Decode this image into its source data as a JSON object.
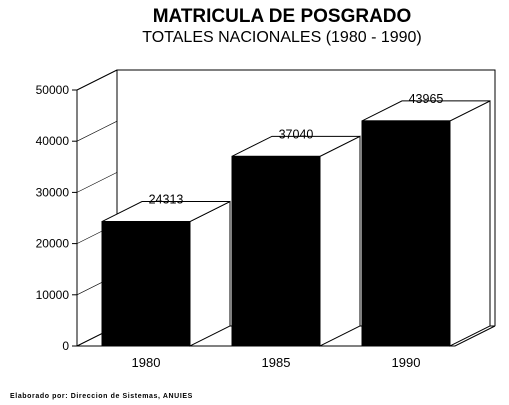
{
  "chart_data": {
    "type": "bar",
    "title": "MATRICULA DE POSGRADO",
    "subtitle": "TOTALES NACIONALES (1980 - 1990)",
    "categories": [
      "1980",
      "1985",
      "1990"
    ],
    "values": [
      24313,
      37040,
      43965
    ],
    "data_labels": [
      "24313",
      "37040",
      "43965"
    ],
    "ylim": [
      0,
      50000
    ],
    "yticks": [
      "0",
      "10000",
      "20000",
      "30000",
      "40000",
      "50000"
    ],
    "xlabel": "",
    "ylabel": "",
    "grid": false,
    "style": "3d",
    "bar_color": "#000000"
  },
  "footer": {
    "credit": "Elaborado por: Direccion de Sistemas, ANUIES"
  }
}
